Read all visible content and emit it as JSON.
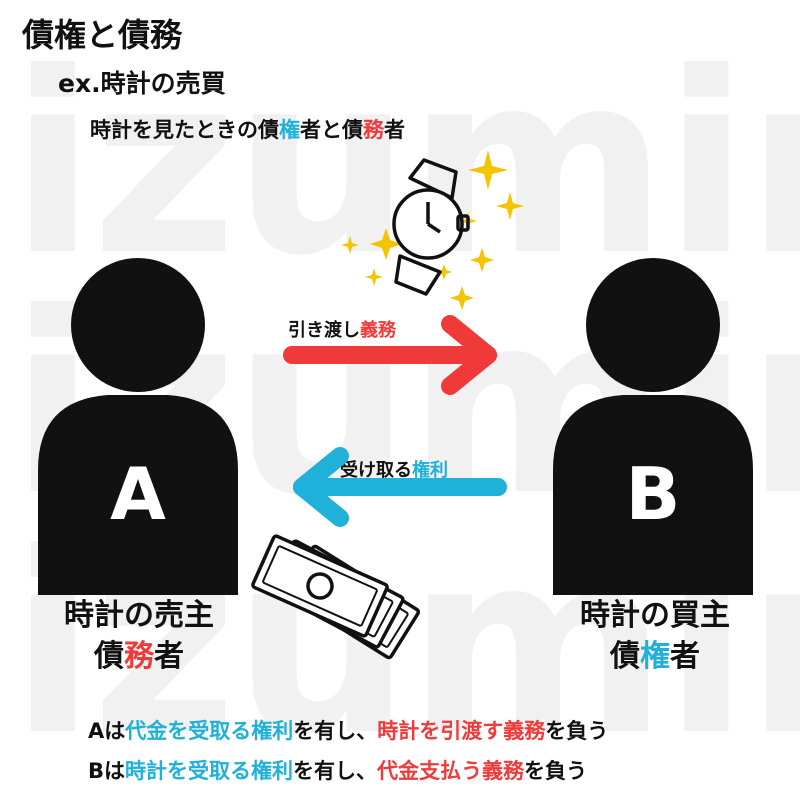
{
  "watermark": [
    "izumin",
    "izumin",
    "izumin"
  ],
  "title": "債権と債務",
  "subtitle": "ex.時計の売買",
  "caption": {
    "parts": [
      {
        "text": "時計を見たときの債",
        "color": "dark"
      },
      {
        "text": "権",
        "color": "blue"
      },
      {
        "text": "者と債",
        "color": "dark"
      },
      {
        "text": "務",
        "color": "red"
      },
      {
        "text": "者",
        "color": "dark"
      }
    ]
  },
  "arrow_top": {
    "label_plain": "引き渡し",
    "label_colored": "義務",
    "color": "#f03a3a"
  },
  "arrow_bottom": {
    "label_plain": "受け取る",
    "label_colored": "権利",
    "color": "#1fb1da"
  },
  "person_a": {
    "letter": "A",
    "line1": "時計の売主",
    "line2_parts": [
      {
        "text": "債",
        "color": "dark"
      },
      {
        "text": "務",
        "color": "red"
      },
      {
        "text": "者",
        "color": "dark"
      }
    ]
  },
  "person_b": {
    "letter": "B",
    "line1": "時計の買主",
    "line2_parts": [
      {
        "text": "債",
        "color": "dark"
      },
      {
        "text": "権",
        "color": "blue"
      },
      {
        "text": "者",
        "color": "dark"
      }
    ]
  },
  "footer": [
    {
      "parts": [
        {
          "text": "Aは",
          "color": "dark"
        },
        {
          "text": "代金を受取る権利",
          "color": "blue"
        },
        {
          "text": "を有し、",
          "color": "dark"
        },
        {
          "text": "時計を引渡す義務",
          "color": "red"
        },
        {
          "text": "を負う",
          "color": "dark"
        }
      ]
    },
    {
      "parts": [
        {
          "text": "Bは",
          "color": "dark"
        },
        {
          "text": "時計を受取る権利",
          "color": "blue"
        },
        {
          "text": "を有し、",
          "color": "dark"
        },
        {
          "text": "代金支払う義務",
          "color": "red"
        },
        {
          "text": "を負う",
          "color": "dark"
        }
      ]
    }
  ],
  "colors": {
    "red": "#f03a3a",
    "blue": "#1fb1da",
    "dark": "#111111",
    "sparkle": "#f5c400"
  },
  "icons": [
    "person-a-icon",
    "person-b-icon",
    "watch-icon",
    "sparkle-icon",
    "money-icon"
  ]
}
